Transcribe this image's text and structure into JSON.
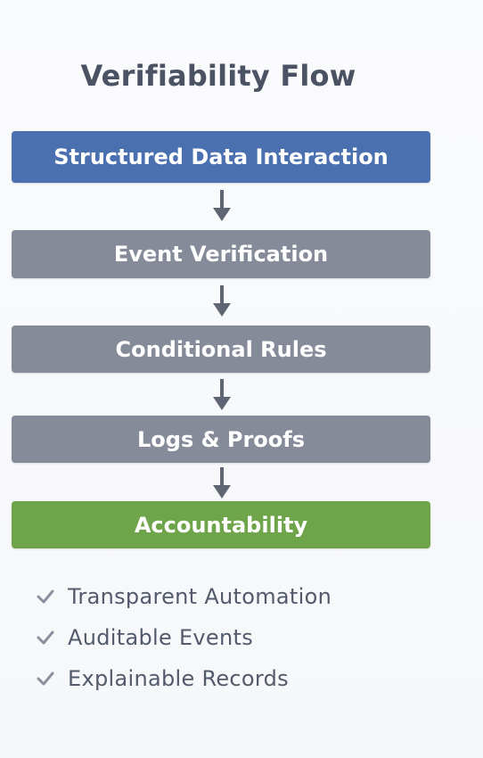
{
  "title": "Verifiability Flow",
  "colors": {
    "primary_step": "#4a70b0",
    "middle_step": "#868b99",
    "final_step": "#6ea54b",
    "arrow": "#5f6573",
    "check": "#8a909e",
    "title_text": "#4a5263"
  },
  "steps": [
    {
      "label": "Structured Data Interaction"
    },
    {
      "label": "Event Verification"
    },
    {
      "label": "Conditional Rules"
    },
    {
      "label": "Logs & Proofs"
    },
    {
      "label": "Accountability"
    }
  ],
  "benefits": [
    {
      "icon": "check-icon",
      "label": "Transparent Automation"
    },
    {
      "icon": "check-icon",
      "label": "Auditable Events"
    },
    {
      "icon": "check-icon",
      "label": "Explainable Records"
    }
  ]
}
